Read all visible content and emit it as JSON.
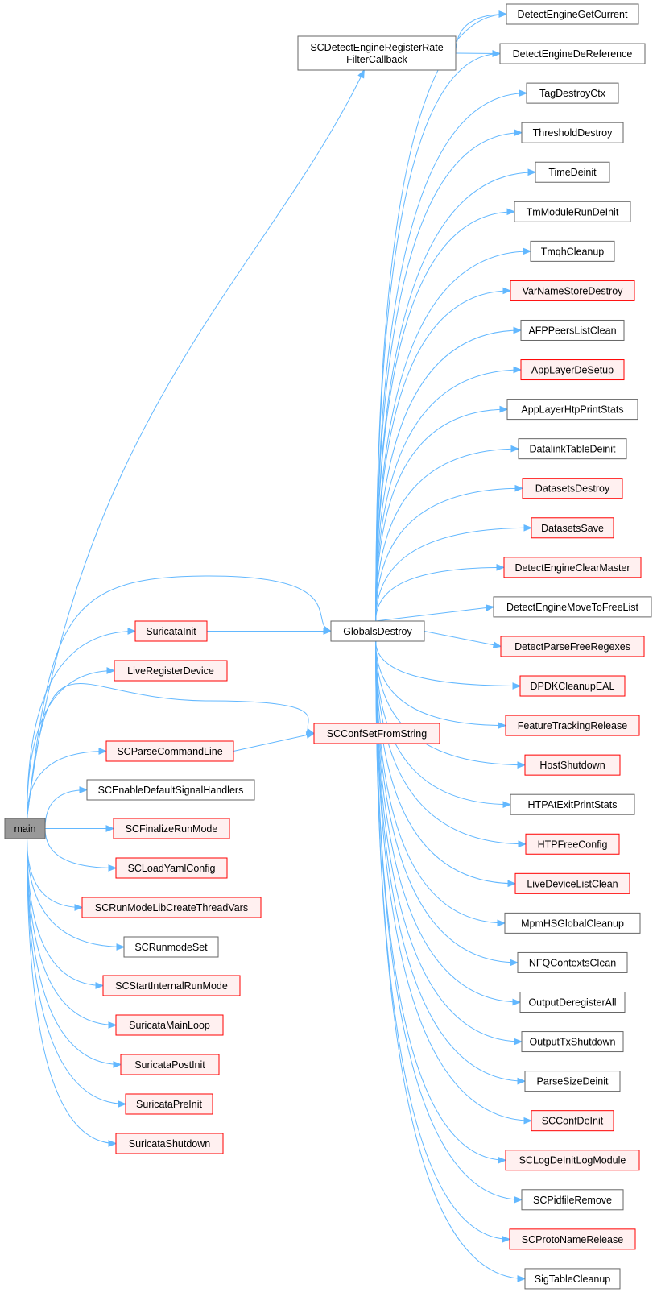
{
  "colors": {
    "edge": "#63b8ff",
    "plain_border": "#666666",
    "plain_fill": "#ffffff",
    "red_border": "#ff0000",
    "red_fill": "#fff0f0",
    "root_fill": "#999999",
    "root_border": "#666666"
  },
  "nodes": [
    {
      "id": "main",
      "label": "main",
      "style": "root"
    },
    {
      "id": "regrate",
      "label": [
        "SCDetectEngineRegisterRate",
        "FilterCallback"
      ],
      "style": "plain"
    },
    {
      "id": "suricatainit",
      "label": "SuricataInit",
      "style": "red"
    },
    {
      "id": "globalsdestroy",
      "label": "GlobalsDestroy",
      "style": "plain"
    },
    {
      "id": "liveregister",
      "label": "LiveRegisterDevice",
      "style": "red"
    },
    {
      "id": "confsetfromstring",
      "label": "SCConfSetFromString",
      "style": "red"
    },
    {
      "id": "parsecmd",
      "label": "SCParseCommandLine",
      "style": "red"
    },
    {
      "id": "enablesig",
      "label": "SCEnableDefaultSignalHandlers",
      "style": "plain"
    },
    {
      "id": "finalize",
      "label": "SCFinalizeRunMode",
      "style": "red"
    },
    {
      "id": "loadyaml",
      "label": "SCLoadYamlConfig",
      "style": "red"
    },
    {
      "id": "runmodelib",
      "label": "SCRunModeLibCreateThreadVars",
      "style": "red"
    },
    {
      "id": "runmodeset",
      "label": "SCRunmodeSet",
      "style": "plain"
    },
    {
      "id": "startinternal",
      "label": "SCStartInternalRunMode",
      "style": "red"
    },
    {
      "id": "mainloop",
      "label": "SuricataMainLoop",
      "style": "red"
    },
    {
      "id": "postinit",
      "label": "SuricataPostInit",
      "style": "red"
    },
    {
      "id": "preinit",
      "label": "SuricataPreInit",
      "style": "red"
    },
    {
      "id": "shutdown",
      "label": "SuricataShutdown",
      "style": "red"
    },
    {
      "id": "degetcurrent",
      "label": "DetectEngineGetCurrent",
      "style": "plain"
    },
    {
      "id": "dederef",
      "label": "DetectEngineDeReference",
      "style": "plain"
    },
    {
      "id": "tagdestroy",
      "label": "TagDestroyCtx",
      "style": "plain"
    },
    {
      "id": "thresholddestroy",
      "label": "ThresholdDestroy",
      "style": "plain"
    },
    {
      "id": "timedeinit",
      "label": "TimeDeinit",
      "style": "plain"
    },
    {
      "id": "tmmodule",
      "label": "TmModuleRunDeInit",
      "style": "plain"
    },
    {
      "id": "tmqh",
      "label": "TmqhCleanup",
      "style": "plain"
    },
    {
      "id": "varname",
      "label": "VarNameStoreDestroy",
      "style": "red"
    },
    {
      "id": "afppeers",
      "label": "AFPPeersListClean",
      "style": "plain"
    },
    {
      "id": "appdesetup",
      "label": "AppLayerDeSetup",
      "style": "red"
    },
    {
      "id": "apphtp",
      "label": "AppLayerHtpPrintStats",
      "style": "plain"
    },
    {
      "id": "datalink",
      "label": "DatalinkTableDeinit",
      "style": "plain"
    },
    {
      "id": "datasetsdestroy",
      "label": "DatasetsDestroy",
      "style": "red"
    },
    {
      "id": "datasetssave",
      "label": "DatasetsSave",
      "style": "red"
    },
    {
      "id": "declearmaster",
      "label": "DetectEngineClearMaster",
      "style": "red"
    },
    {
      "id": "demovetofree",
      "label": "DetectEngineMoveToFreeList",
      "style": "plain"
    },
    {
      "id": "dparsefree",
      "label": "DetectParseFreeRegexes",
      "style": "red"
    },
    {
      "id": "dpdk",
      "label": "DPDKCleanupEAL",
      "style": "red"
    },
    {
      "id": "featuretracking",
      "label": "FeatureTrackingRelease",
      "style": "red"
    },
    {
      "id": "hostshutdown",
      "label": "HostShutdown",
      "style": "red"
    },
    {
      "id": "htpatexit",
      "label": "HTPAtExitPrintStats",
      "style": "plain"
    },
    {
      "id": "htpfree",
      "label": "HTPFreeConfig",
      "style": "red"
    },
    {
      "id": "livedevclean",
      "label": "LiveDeviceListClean",
      "style": "red"
    },
    {
      "id": "mpmhs",
      "label": "MpmHSGlobalCleanup",
      "style": "plain"
    },
    {
      "id": "nfq",
      "label": "NFQContextsClean",
      "style": "plain"
    },
    {
      "id": "outputdereg",
      "label": "OutputDeregisterAll",
      "style": "plain"
    },
    {
      "id": "outputtx",
      "label": "OutputTxShutdown",
      "style": "plain"
    },
    {
      "id": "parsesize",
      "label": "ParseSizeDeinit",
      "style": "plain"
    },
    {
      "id": "confdeinit",
      "label": "SCConfDeInit",
      "style": "red"
    },
    {
      "id": "logdeinit",
      "label": "SCLogDeInitLogModule",
      "style": "red"
    },
    {
      "id": "pidfile",
      "label": "SCPidfileRemove",
      "style": "plain"
    },
    {
      "id": "protoname",
      "label": "SCProtoNameRelease",
      "style": "red"
    },
    {
      "id": "sigtable",
      "label": "SigTableCleanup",
      "style": "plain"
    }
  ],
  "edges": [
    [
      "main",
      "regrate"
    ],
    [
      "main",
      "globalsdestroy"
    ],
    [
      "main",
      "suricatainit"
    ],
    [
      "main",
      "liveregister"
    ],
    [
      "main",
      "confsetfromstring"
    ],
    [
      "main",
      "parsecmd"
    ],
    [
      "main",
      "enablesig"
    ],
    [
      "main",
      "finalize"
    ],
    [
      "main",
      "loadyaml"
    ],
    [
      "main",
      "runmodelib"
    ],
    [
      "main",
      "runmodeset"
    ],
    [
      "main",
      "startinternal"
    ],
    [
      "main",
      "mainloop"
    ],
    [
      "main",
      "postinit"
    ],
    [
      "main",
      "preinit"
    ],
    [
      "main",
      "shutdown"
    ],
    [
      "regrate",
      "degetcurrent"
    ],
    [
      "regrate",
      "dederef"
    ],
    [
      "suricatainit",
      "globalsdestroy"
    ],
    [
      "parsecmd",
      "confsetfromstring"
    ],
    [
      "globalsdestroy",
      "degetcurrent"
    ],
    [
      "globalsdestroy",
      "dederef"
    ],
    [
      "globalsdestroy",
      "tagdestroy"
    ],
    [
      "globalsdestroy",
      "thresholddestroy"
    ],
    [
      "globalsdestroy",
      "timedeinit"
    ],
    [
      "globalsdestroy",
      "tmmodule"
    ],
    [
      "globalsdestroy",
      "tmqh"
    ],
    [
      "globalsdestroy",
      "varname"
    ],
    [
      "globalsdestroy",
      "afppeers"
    ],
    [
      "globalsdestroy",
      "appdesetup"
    ],
    [
      "globalsdestroy",
      "apphtp"
    ],
    [
      "globalsdestroy",
      "datalink"
    ],
    [
      "globalsdestroy",
      "datasetsdestroy"
    ],
    [
      "globalsdestroy",
      "datasetssave"
    ],
    [
      "globalsdestroy",
      "declearmaster"
    ],
    [
      "globalsdestroy",
      "demovetofree"
    ],
    [
      "globalsdestroy",
      "dparsefree"
    ],
    [
      "globalsdestroy",
      "dpdk"
    ],
    [
      "globalsdestroy",
      "featuretracking"
    ],
    [
      "globalsdestroy",
      "hostshutdown"
    ],
    [
      "globalsdestroy",
      "htpatexit"
    ],
    [
      "globalsdestroy",
      "htpfree"
    ],
    [
      "globalsdestroy",
      "livedevclean"
    ],
    [
      "globalsdestroy",
      "mpmhs"
    ],
    [
      "globalsdestroy",
      "nfq"
    ],
    [
      "globalsdestroy",
      "outputdereg"
    ],
    [
      "globalsdestroy",
      "outputtx"
    ],
    [
      "globalsdestroy",
      "parsesize"
    ],
    [
      "globalsdestroy",
      "confdeinit"
    ],
    [
      "globalsdestroy",
      "logdeinit"
    ],
    [
      "globalsdestroy",
      "pidfile"
    ],
    [
      "globalsdestroy",
      "protoname"
    ],
    [
      "globalsdestroy",
      "sigtable"
    ]
  ]
}
